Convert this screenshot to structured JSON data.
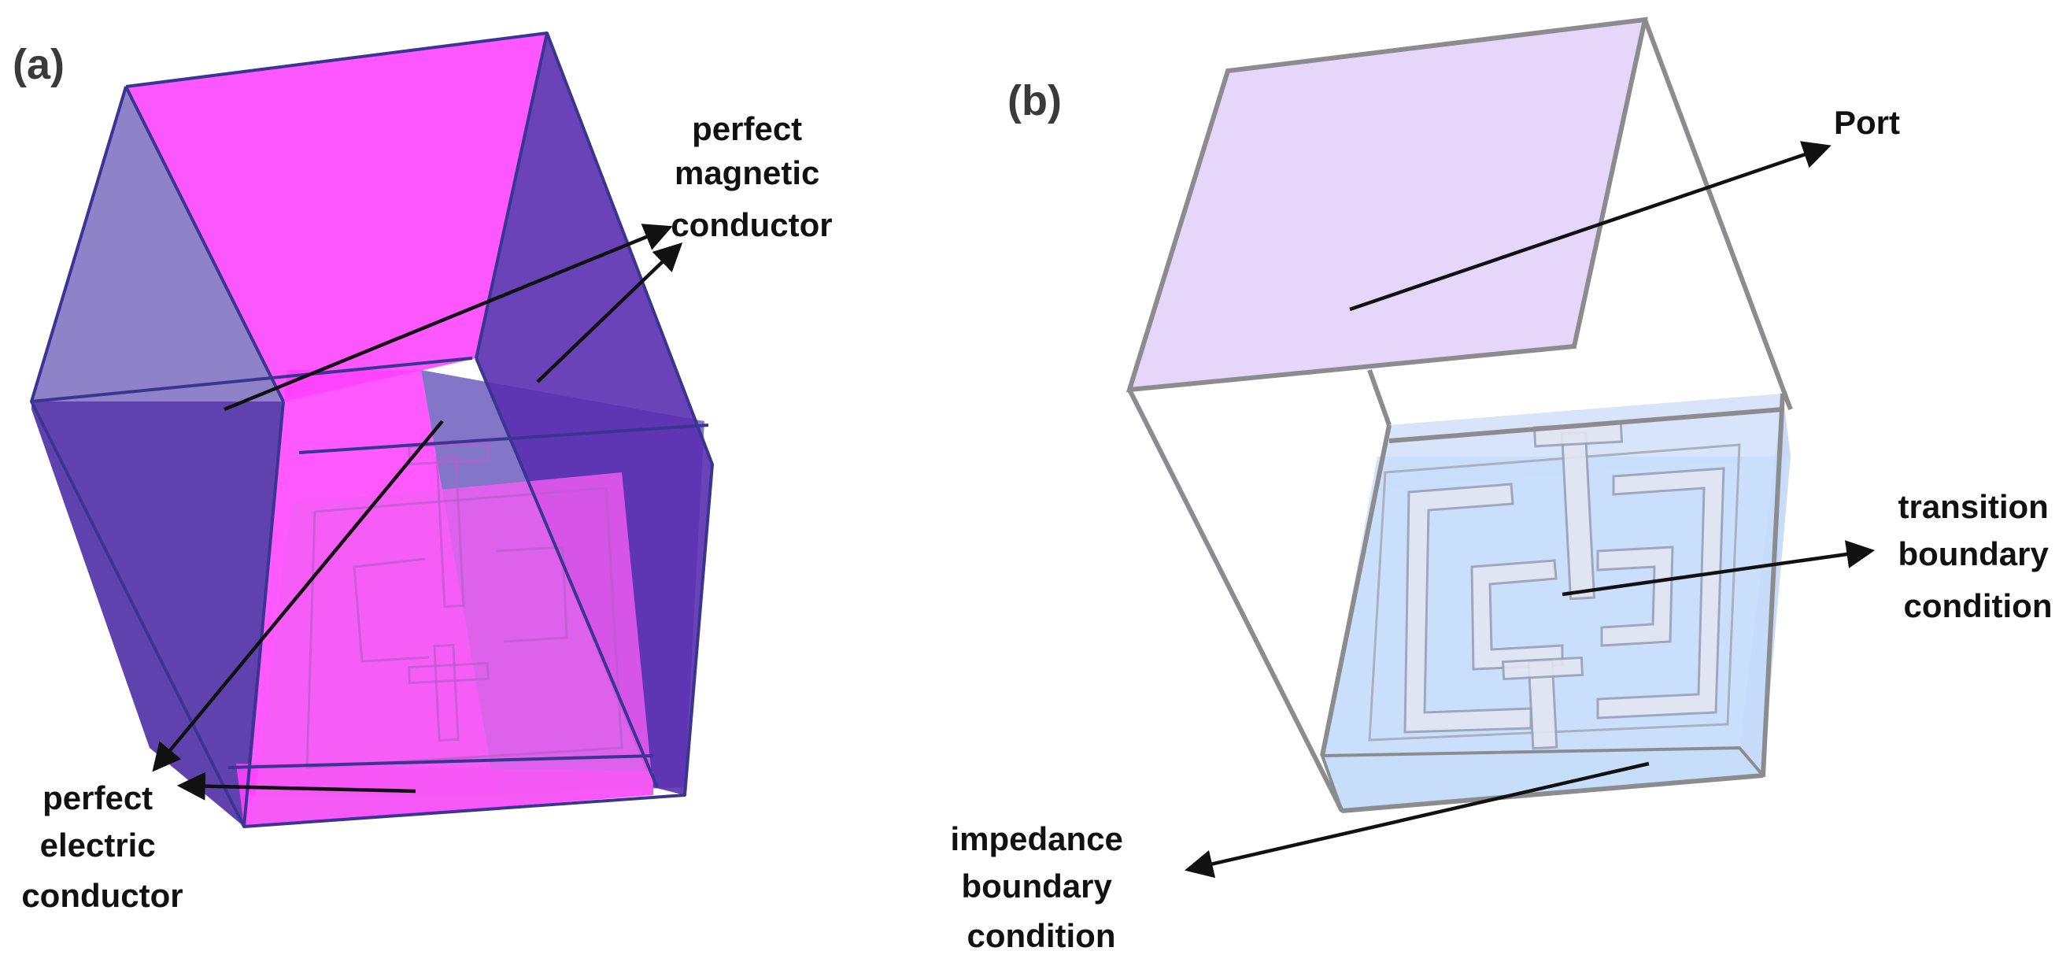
{
  "panels": {
    "a": {
      "label": "(a)",
      "callouts": {
        "pmc": [
          "perfect",
          "magnetic",
          "conductor"
        ],
        "pec": [
          "perfect",
          "electric",
          "conductor"
        ]
      }
    },
    "b": {
      "label": "(b)",
      "callouts": {
        "port": [
          "Port"
        ],
        "transition": [
          "transition",
          "boundary",
          "condition"
        ],
        "impedance": [
          "impedance",
          "boundary",
          "condition"
        ]
      }
    }
  },
  "colors": {
    "pec_face": "#ff33ff",
    "pmc_face": "#5a3fb3",
    "panel_b_port": "#e6d6fa",
    "panel_b_substrate": "#c8dcf8",
    "arrow": "#111111"
  }
}
